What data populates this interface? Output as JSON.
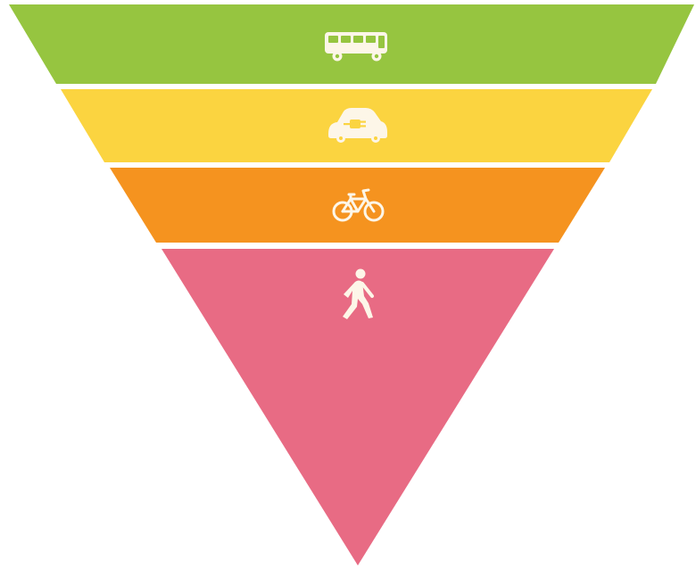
{
  "diagram": {
    "type": "inverted-pyramid",
    "tiers": [
      {
        "id": "bus",
        "icon": "bus-icon",
        "color": "#96c540"
      },
      {
        "id": "ecar",
        "icon": "electric-car-icon",
        "color": "#fbd440"
      },
      {
        "id": "bicycle",
        "icon": "bicycle-icon",
        "color": "#f5931f"
      },
      {
        "id": "walking",
        "icon": "pedestrian-icon",
        "color": "#e86b84"
      }
    ],
    "icon_color": "#fdf6e8",
    "divider_color": "#ffffff"
  }
}
